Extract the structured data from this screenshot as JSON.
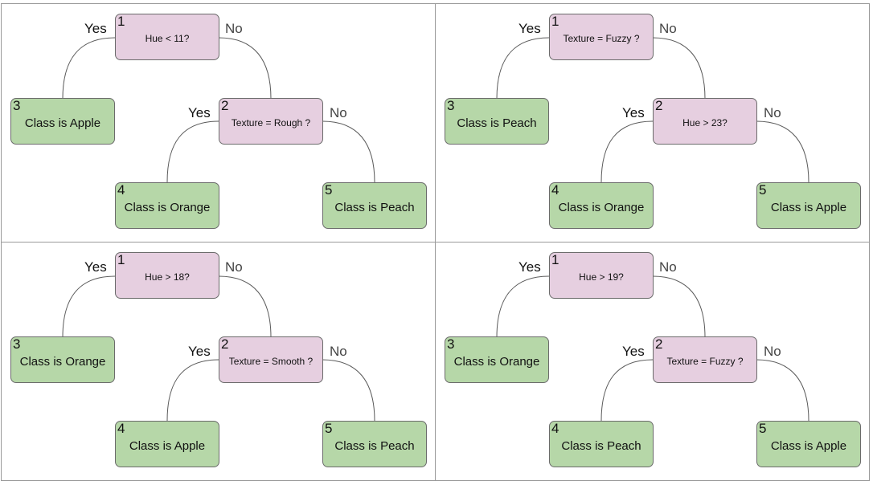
{
  "colors": {
    "decision": "#e6cfe0",
    "leaf": "#b6d7a8",
    "border": "#6b6b6b",
    "edge": "#5a5a5a"
  },
  "edge_labels": {
    "yes": "Yes",
    "no": "No"
  },
  "panels": [
    {
      "root": {
        "id": "1",
        "label": "Hue < 11?"
      },
      "n2": {
        "id": "2",
        "label": "Texture = Rough ?"
      },
      "leaf3": {
        "id": "3",
        "label": "Class is Apple"
      },
      "leaf4": {
        "id": "4",
        "label": "Class is Orange"
      },
      "leaf5": {
        "id": "5",
        "label": "Class is Peach"
      }
    },
    {
      "root": {
        "id": "1",
        "label": "Texture = Fuzzy ?"
      },
      "n2": {
        "id": "2",
        "label": "Hue > 23?"
      },
      "leaf3": {
        "id": "3",
        "label": "Class is Peach"
      },
      "leaf4": {
        "id": "4",
        "label": "Class is Orange"
      },
      "leaf5": {
        "id": "5",
        "label": "Class is Apple"
      }
    },
    {
      "root": {
        "id": "1",
        "label": "Hue > 18?"
      },
      "n2": {
        "id": "2",
        "label": "Texture = Smooth ?"
      },
      "leaf3": {
        "id": "3",
        "label": "Class is Orange"
      },
      "leaf4": {
        "id": "4",
        "label": "Class is Apple"
      },
      "leaf5": {
        "id": "5",
        "label": "Class is Peach"
      }
    },
    {
      "root": {
        "id": "1",
        "label": "Hue > 19?"
      },
      "n2": {
        "id": "2",
        "label": "Texture = Fuzzy ?"
      },
      "leaf3": {
        "id": "3",
        "label": "Class is Orange"
      },
      "leaf4": {
        "id": "4",
        "label": "Class is Peach"
      },
      "leaf5": {
        "id": "5",
        "label": "Class is Apple"
      }
    }
  ]
}
